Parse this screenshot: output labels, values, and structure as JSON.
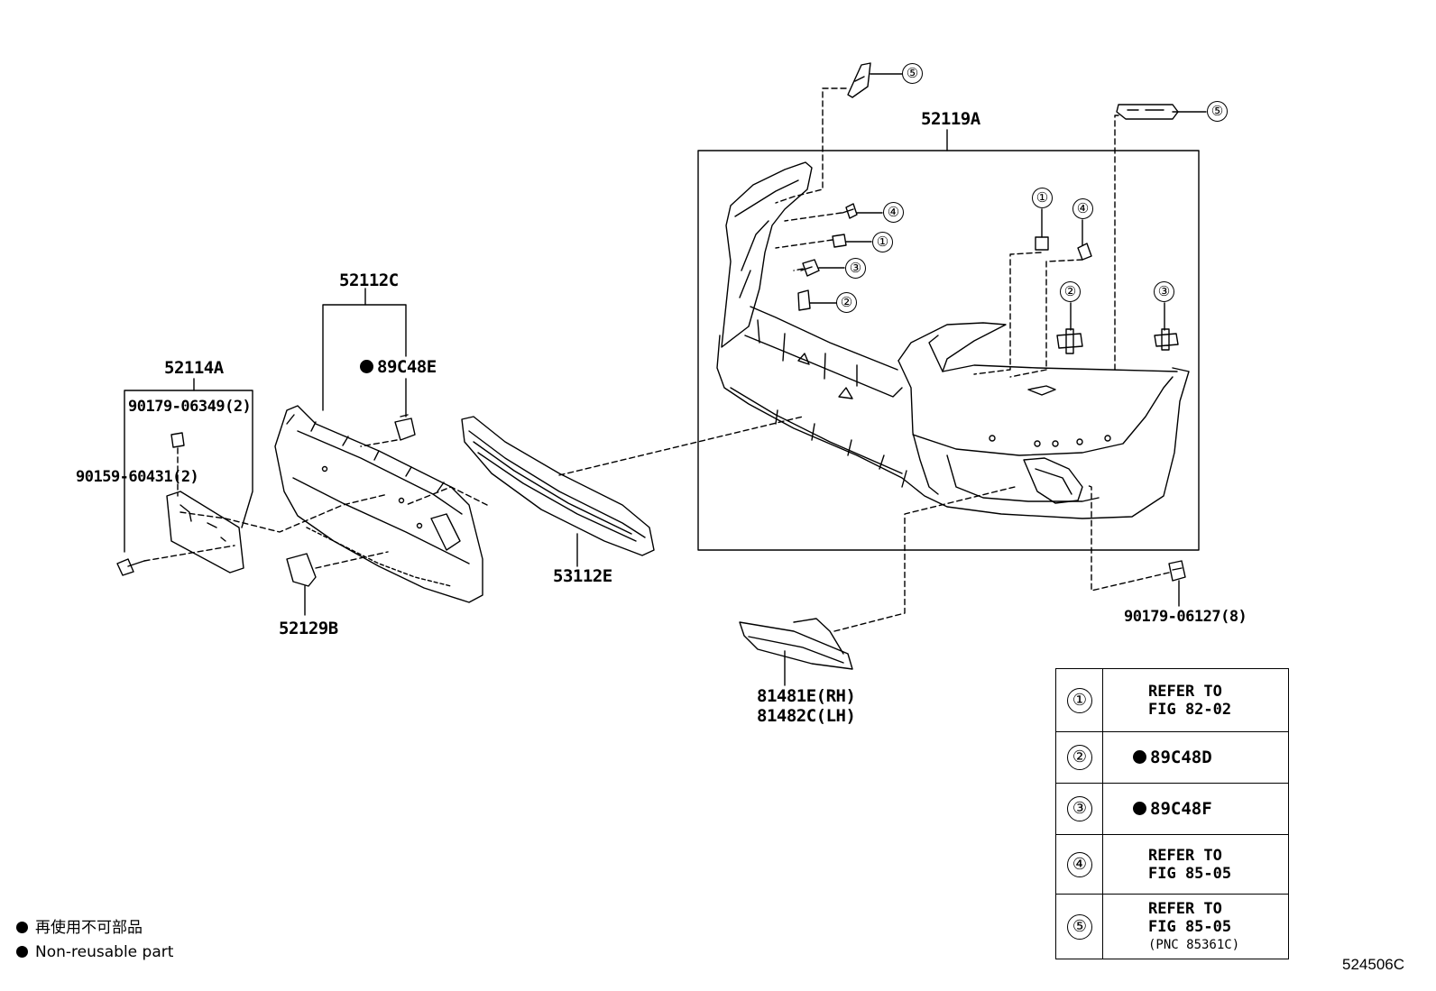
{
  "diagram": {
    "callouts": {
      "c52119A": "52119A",
      "c52112C": "52112C",
      "c52114A": "52114A",
      "c89C48E": "89C48E",
      "c90179_06349": "90179-06349(2)",
      "c90159_60431": "90159-60431(2)",
      "c53112E": "53112E",
      "c52129B": "52129B",
      "c90179_06127": "90179-06127(8)",
      "c81481E": "81481E(RH)",
      "c81482C": "81482C(LH)"
    },
    "markers": [
      "①",
      "②",
      "③",
      "④",
      "⑤"
    ]
  },
  "ref_table": {
    "rows": [
      {
        "key": "①",
        "line1": "REFER TO",
        "line2": "FIG 82-02",
        "line3": ""
      },
      {
        "key": "②",
        "part": "89C48D"
      },
      {
        "key": "③",
        "part": "89C48F"
      },
      {
        "key": "④",
        "line1": "REFER TO",
        "line2": "FIG 85-05",
        "line3": ""
      },
      {
        "key": "⑤",
        "line1": "REFER TO",
        "line2": "FIG 85-05",
        "line3": "(PNC 85361C)"
      }
    ]
  },
  "legend": {
    "jp": "再使用不可部品",
    "en": "Non-reusable part"
  },
  "figure_id": "524506C"
}
